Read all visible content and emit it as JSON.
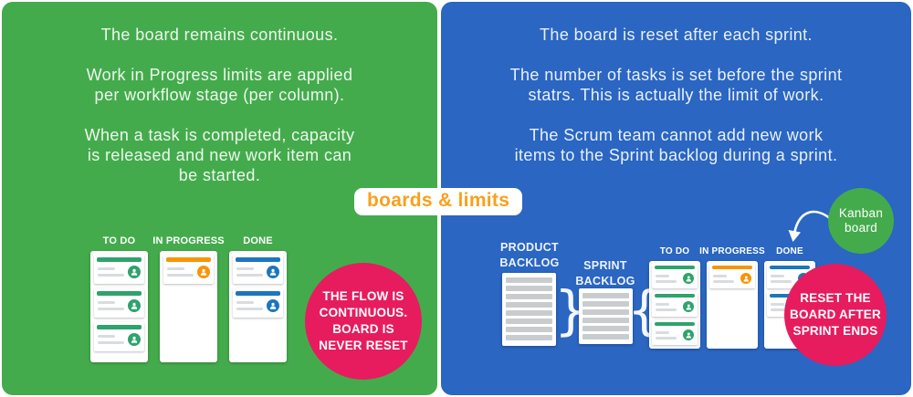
{
  "badge": {
    "label": "boards & limits",
    "text_color": "#F9A01B"
  },
  "colors": {
    "kanban_green": "#44AB4C",
    "scrum_blue": "#2A66C2",
    "callout_pink": "#E61C5F",
    "task_green": "#2EA36B",
    "task_orange": "#F89406",
    "task_blue": "#1B76BF"
  },
  "kanban_panel": {
    "paragraphs": [
      "The board remains continuous.",
      "Work in Progress limits are applied\nper workflow stage (per column).",
      "When a task is completed, capacity\nis released and new work item can\nbe started."
    ],
    "board": {
      "columns": [
        {
          "label": "TO DO",
          "color": "#2EA36B",
          "cards": 3
        },
        {
          "label": "IN PROGRESS",
          "color": "#F89406",
          "cards": 1
        },
        {
          "label": "DONE",
          "color": "#1B76BF",
          "cards": 2
        }
      ]
    },
    "callout": "THE FLOW IS\nCONTINUOUS.\nBOARD IS\nNEVER RESET"
  },
  "scrum_panel": {
    "paragraphs": [
      "The board is reset after each sprint.",
      "The number of tasks is set before the sprint\nstatrs. This is actually the limit of work.",
      "The Scrum team cannot add new work\nitems to the Sprint backlog during a sprint."
    ],
    "product_backlog": {
      "label": "PRODUCT\nBACKLOG",
      "rows": 8
    },
    "sprint_backlog": {
      "label": "SPRINT\nBACKLOG",
      "rows": 6
    },
    "brace_after_product": "}",
    "brace_after_sprint": "{",
    "board": {
      "columns": [
        {
          "label": "TO DO",
          "color": "#2EA36B",
          "cards": 3
        },
        {
          "label": "IN PROGRESS",
          "color": "#F89406",
          "cards": 1
        },
        {
          "label": "DONE",
          "color": "#1B76BF",
          "cards": 2
        }
      ]
    },
    "kanban_bubble": "Kanban\nboard",
    "callout": "RESET THE\nBOARD AFTER\nSPRINT ENDS"
  }
}
